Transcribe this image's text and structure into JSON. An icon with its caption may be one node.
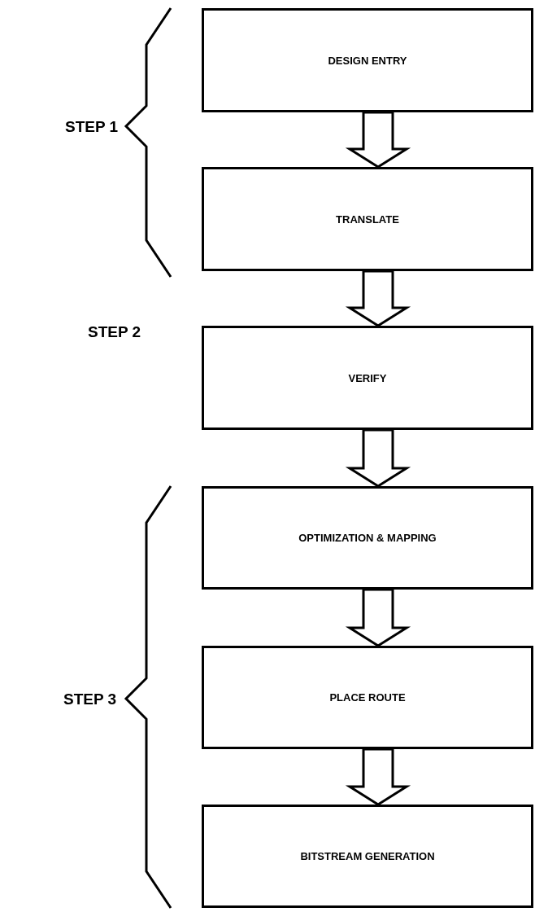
{
  "diagram": {
    "nodes": [
      {
        "text": [
          "DESIGN ENTRY"
        ]
      },
      {
        "text": [
          "TRANSLATE"
        ]
      },
      {
        "text": [
          "VERIFY"
        ]
      },
      {
        "text": [
          "OPTIMIZATION & MAPPING"
        ]
      },
      {
        "text": [
          "PLACE ROUTE"
        ]
      },
      {
        "text": [
          "BITSTREAM GENERATION"
        ]
      }
    ],
    "edges": [
      {
        "from": 0,
        "to": 1,
        "arrow": "to"
      },
      {
        "from": 1,
        "to": 2,
        "arrow": "to"
      },
      {
        "from": 2,
        "to": 3,
        "arrow": "to"
      },
      {
        "from": 3,
        "to": 4,
        "arrow": "to"
      },
      {
        "from": 4,
        "to": 5,
        "arrow": "to"
      }
    ],
    "labels": [
      "STEP 1",
      "STEP 2",
      "STEP 3"
    ]
  }
}
